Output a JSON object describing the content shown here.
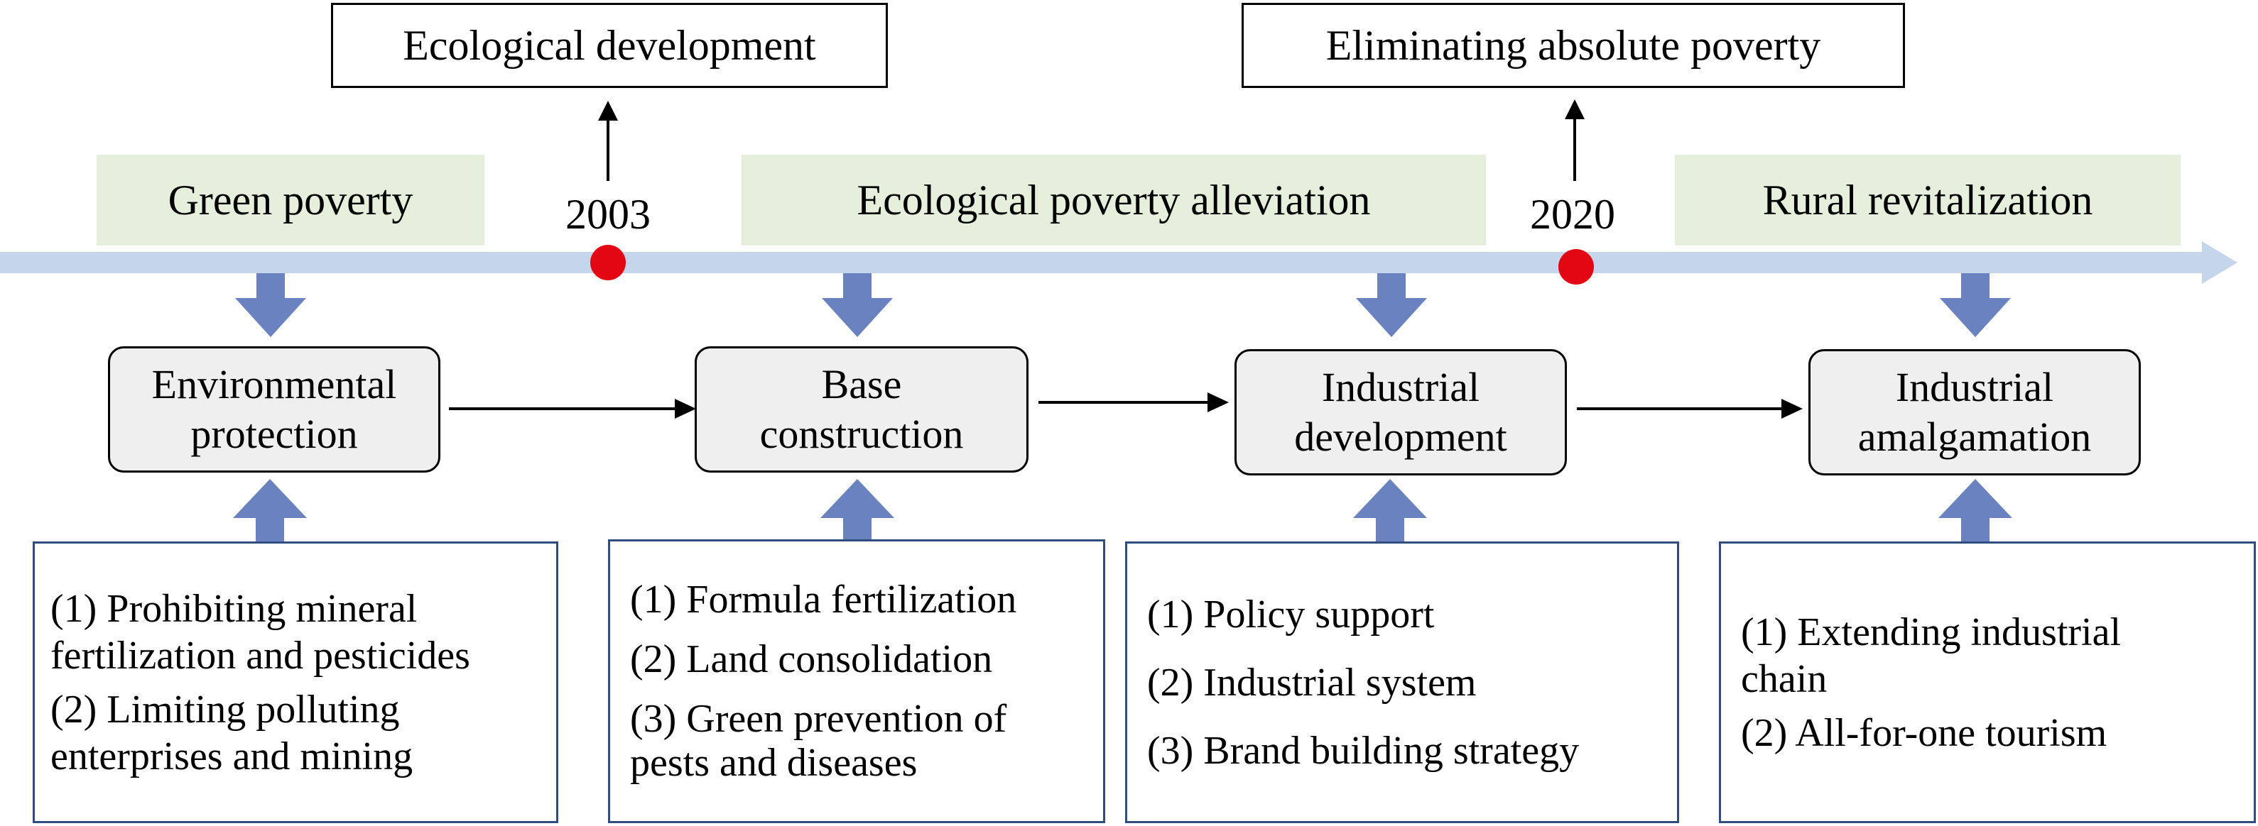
{
  "milestones": [
    {
      "label": "Ecological development",
      "year": "2003"
    },
    {
      "label": "Eliminating absolute poverty",
      "year": "2020"
    }
  ],
  "phases": [
    "Green poverty",
    "Ecological poverty alleviation",
    "Rural revitalization"
  ],
  "stages": [
    {
      "line1": "Environmental",
      "line2": "protection"
    },
    {
      "line1": "Base",
      "line2": "construction"
    },
    {
      "line1": "Industrial",
      "line2": "development"
    },
    {
      "line1": "Industrial",
      "line2": "amalgamation"
    }
  ],
  "measures": [
    [
      "(1) Prohibiting mineral",
      "fertilization and pesticides",
      "(2) Limiting polluting",
      "enterprises and mining"
    ],
    [
      "(1) Formula fertilization",
      "(2) Land consolidation",
      "(3) Green prevention of",
      "pests and diseases"
    ],
    [
      "(1) Policy support",
      "(2) Industrial system",
      "(3) Brand building strategy"
    ],
    [
      "(1) Extending industrial",
      "chain",
      "(2) All-for-one tourism"
    ]
  ],
  "colors": {
    "timeline": "#c5d5ec",
    "marker": "#e30613",
    "block_arrow": "#6a82c0",
    "phase_fill": "#e6efdc",
    "stage_fill": "#efefef",
    "measure_border": "#2f4d7e"
  }
}
